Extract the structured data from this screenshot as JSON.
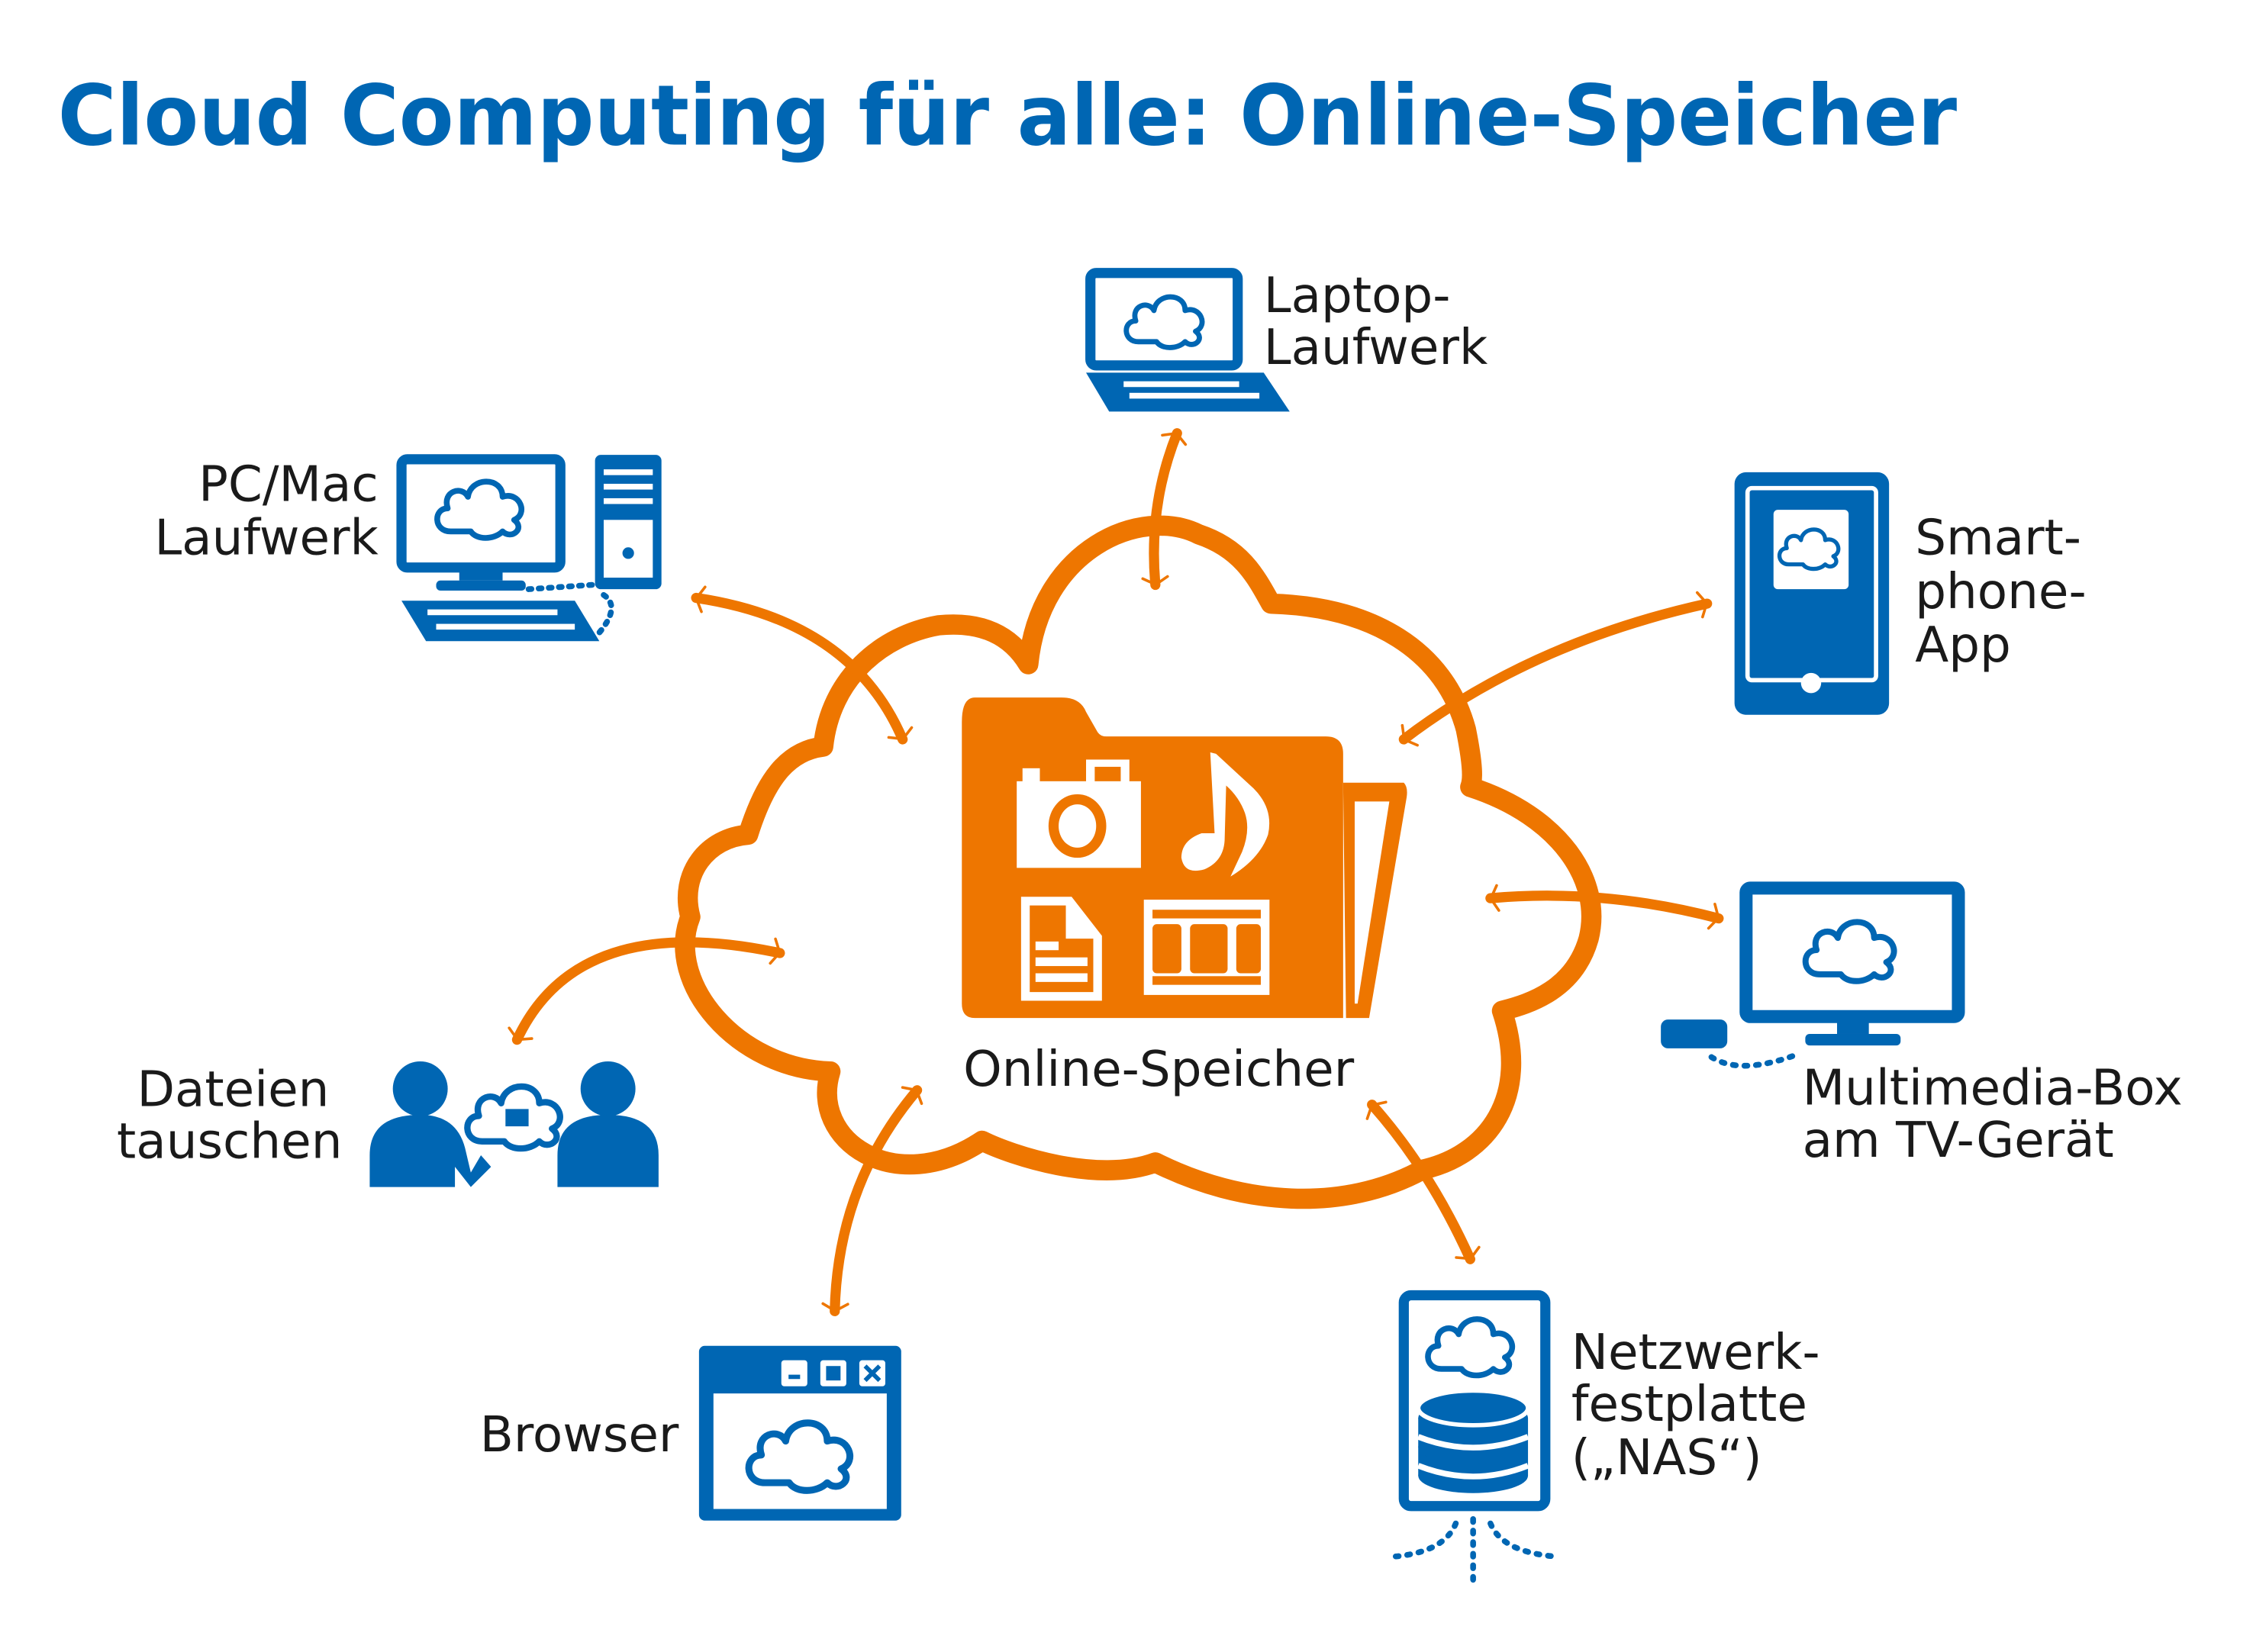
{
  "title": "Cloud Computing für alle: Online-Speicher",
  "center": {
    "label": "Online-Speicher"
  },
  "nodes": {
    "laptop": {
      "line1": "Laptop-",
      "line2": "Laufwerk"
    },
    "pc": {
      "line1": "PC/Mac",
      "line2": "Laufwerk"
    },
    "smartphone": {
      "line1": "Smart-",
      "line2": "phone-",
      "line3": "App"
    },
    "tv": {
      "line1": "Multimedia-Box",
      "line2": "am TV-Gerät"
    },
    "nas": {
      "line1": "Netzwerk-",
      "line2": "festplatte",
      "line3": "(„NAS“)"
    },
    "browser": {
      "line1": "Browser"
    },
    "share": {
      "line1": "Dateien",
      "line2": "tauschen"
    }
  },
  "colors": {
    "blue": "#0066b3",
    "orange": "#ee7600",
    "text": "#1a1a1a"
  }
}
